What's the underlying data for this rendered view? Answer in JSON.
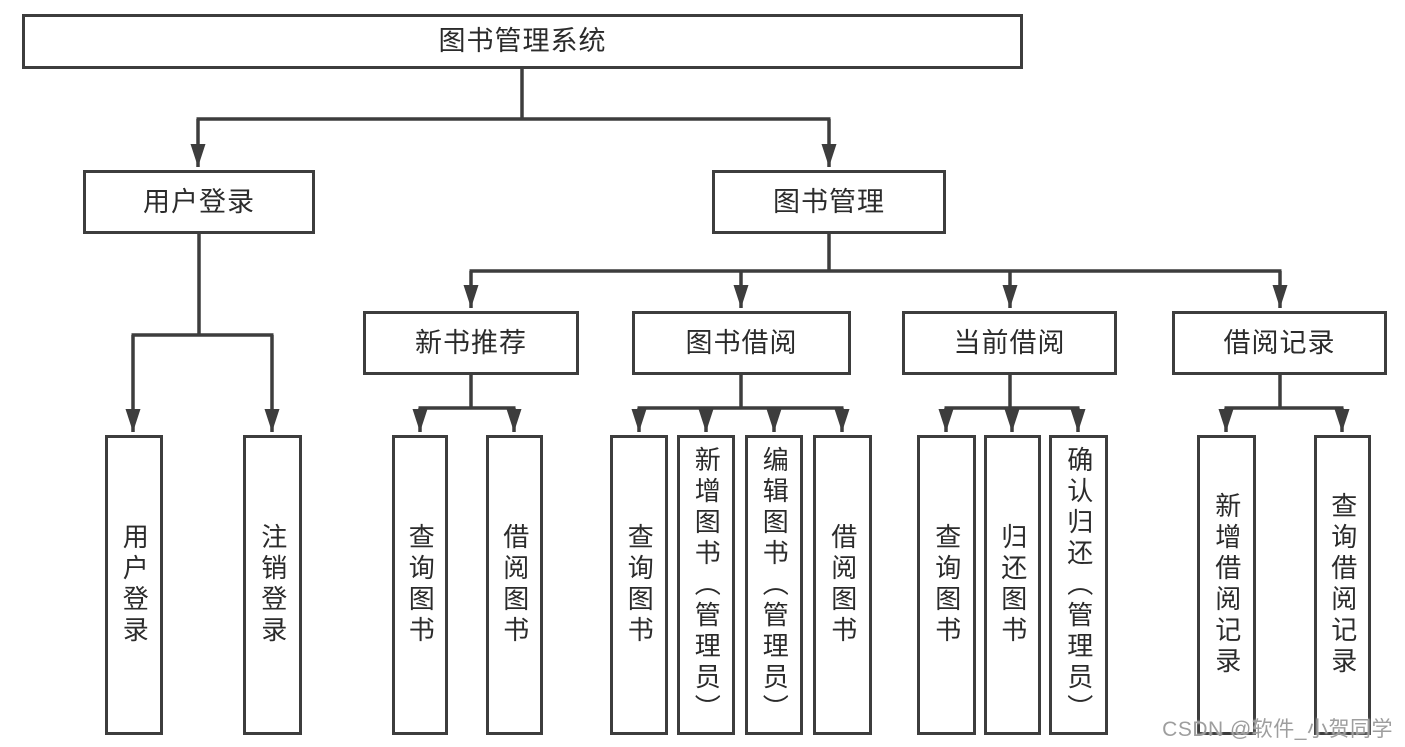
{
  "nodes": {
    "root": {
      "label": "图书管理系统"
    },
    "user_login": {
      "label": "用户登录",
      "children": [
        "用户登录",
        "注销登录"
      ]
    },
    "book_mgmt": {
      "label": "图书管理",
      "groups": [
        {
          "label": "新书推荐",
          "children": [
            "查询图书",
            "借阅图书"
          ]
        },
        {
          "label": "图书借阅",
          "children": [
            "查询图书",
            "新增图书（管理员）",
            "编辑图书（管理员）",
            "借阅图书"
          ]
        },
        {
          "label": "当前借阅",
          "children": [
            "查询图书",
            "归还图书",
            "确认归还（管理员）"
          ]
        },
        {
          "label": "借阅记录",
          "children": [
            "新增借阅记录",
            "查询借阅记录"
          ]
        }
      ]
    }
  },
  "watermark": "CSDN @软件_小贺同学",
  "colors": {
    "line": "#3d3d3d",
    "text": "#2b2b2b",
    "watermark": "#9e9e9e",
    "background": "#ffffff"
  }
}
